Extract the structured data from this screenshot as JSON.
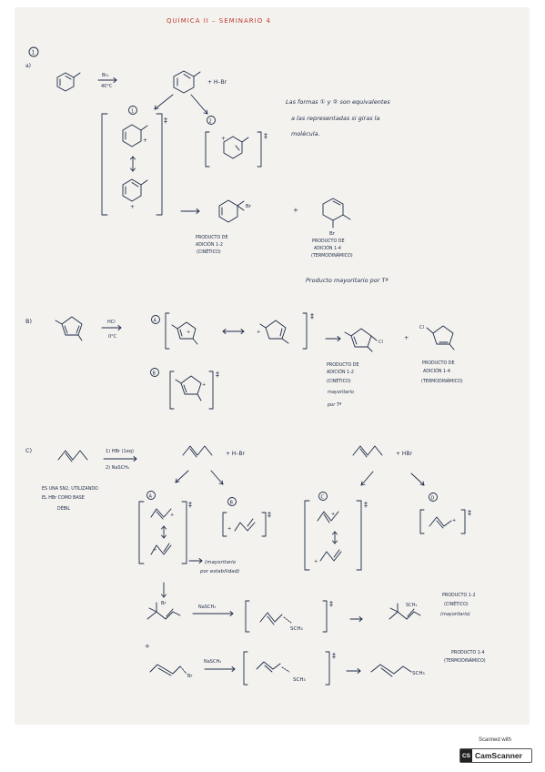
{
  "title": "QUÍMICA II – SEMINARIO 4",
  "section_number": "1",
  "part_a": {
    "label": "a)",
    "conditions_top": "Br₂",
    "conditions_bottom": "40°C",
    "reagent": "+ H–Br",
    "int_1": "1",
    "int_2": "2",
    "note_line1": "Las formas ① y ② son equivalentes",
    "note_line2": "a las representadas si giras la",
    "note_line3": "molécula.",
    "product_12_line1": "PRODUCTO DE",
    "product_12_line2": "ADICIÓN 1-2",
    "product_12_line3": "(CINÉTICO)",
    "product_14_line1": "PRODUCTO DE",
    "product_14_line2": "ADICIÓN 1-4",
    "product_14_line3": "(TERMODINÁMICO)",
    "major": "Producto mayoritario por Tª",
    "br": "Br"
  },
  "part_b": {
    "label": "B)",
    "conditions_top": "HCl",
    "conditions_bottom": "0°C",
    "int_a": "A",
    "int_b": "B",
    "cl": "Cl",
    "product_12_line1": "PRODUCTO DE",
    "product_12_line2": "ADICIÓN 1-2",
    "product_12_line3": "(CINÉTICO)",
    "product_12_line4": "mayoritario",
    "product_12_line5": "por Tª",
    "product_14_line1": "PRODUCTO DE",
    "product_14_line2": "ADICIÓN 1-4",
    "product_14_line3": "(TERMODINÁMICO)"
  },
  "part_c": {
    "label": "C)",
    "step1": "1) HBr (1eq)",
    "step2": "2) NaSCH₃",
    "note_line1": "ES UNA SN2, UTILIZANDO",
    "note_line2": "EL HBr COMO BASE",
    "note_line3": "DÉBIL",
    "reagent_hbr": "+ H–Br",
    "reagent_hbr2": "+ HBr",
    "int_a": "A",
    "int_b": "B",
    "int_c": "C",
    "int_d": "D",
    "major_stab_line1": "(mayoritario",
    "major_stab_line2": "por estabilidad)",
    "nasch3": "NaSCH₃",
    "sch3": "SCH₃",
    "br": "Br",
    "p12_line1": "PRODUCTO 1-2",
    "p12_line2": "(CINÉTICO)",
    "p12_line3": "(mayoritario)",
    "p14_line1": "PRODUCTO 1-4",
    "p14_line2": "(TERMODINÁMICO)"
  },
  "dagger": "‡",
  "plus": "+",
  "badge": {
    "scanned_with": "Scanned with",
    "brand": "CamScanner",
    "logo": "CS"
  }
}
